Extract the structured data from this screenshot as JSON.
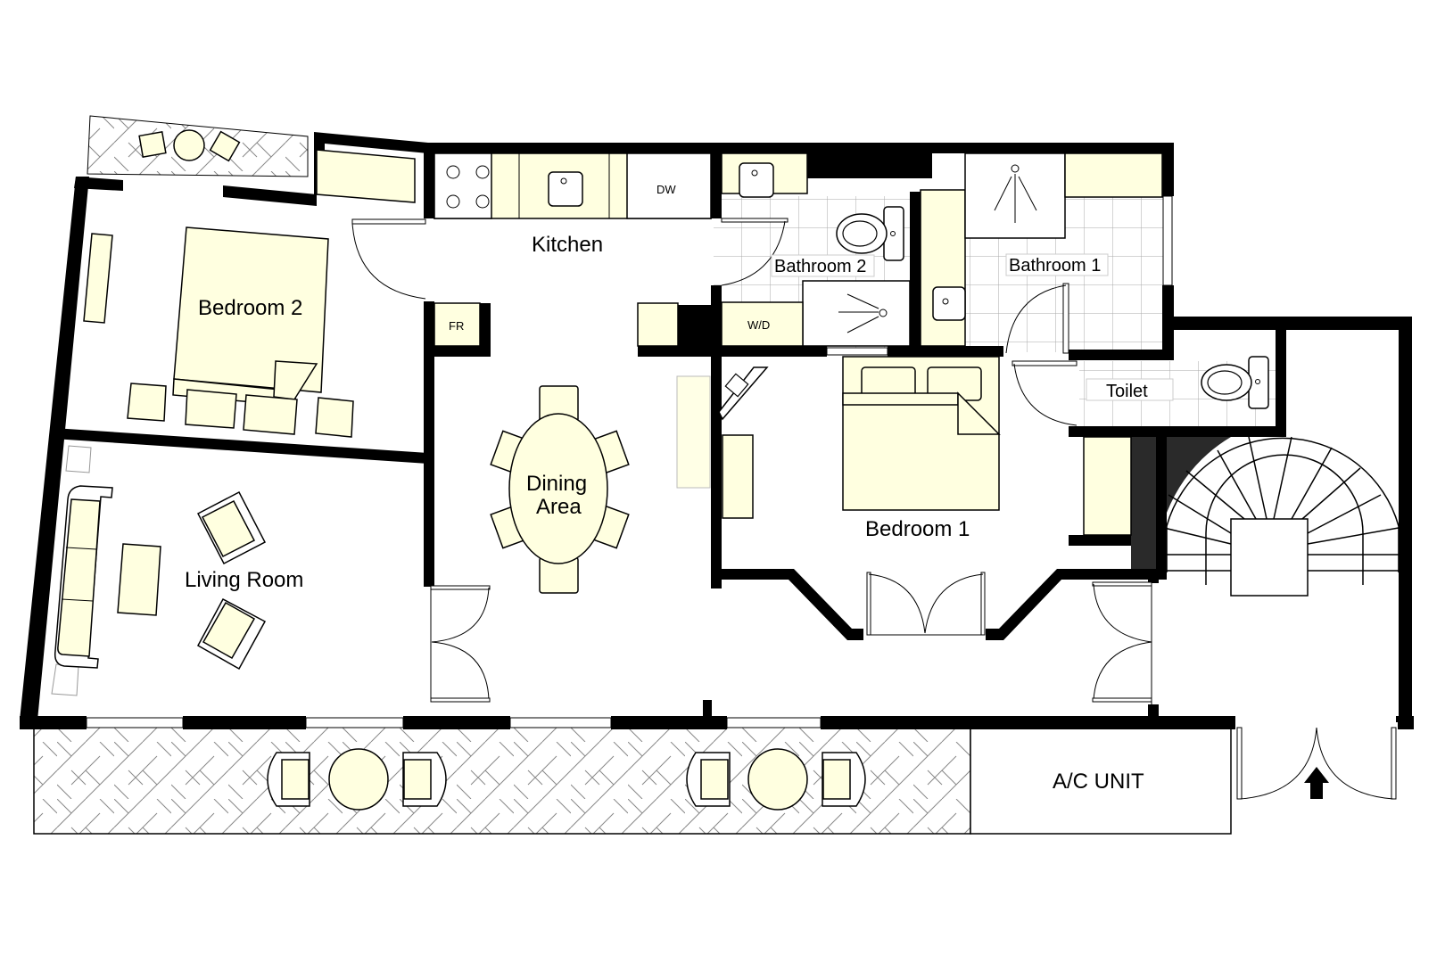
{
  "rooms": {
    "kitchen": "Kitchen",
    "bedroom2": "Bedroom 2",
    "bathroom2": "Bathroom 2",
    "bathroom1": "Bathroom 1",
    "toilet": "Toilet",
    "dining_line1": "Dining",
    "dining_line2": "Area",
    "living_room": "Living Room",
    "bedroom1": "Bedroom 1",
    "ac_unit": "A/C UNIT"
  },
  "appliances": {
    "dishwasher": "DW",
    "fridge": "FR",
    "washer_dryer": "W/D"
  },
  "colors": {
    "wall": "#000000",
    "furniture_fill": "#ffffe0",
    "tile_lines": "#aaaaaa",
    "background": "#ffffff"
  }
}
